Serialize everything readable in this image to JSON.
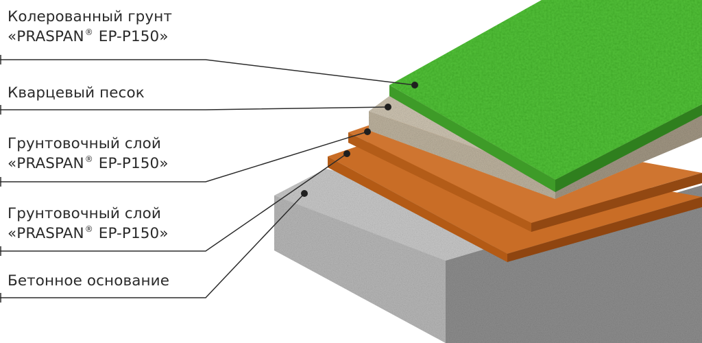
{
  "layers": [
    {
      "line1": "Колерованный грунт",
      "brand": "«PRASPAN",
      "reg": "®",
      "product": "EP-P150»"
    },
    {
      "line1": "Кварцевый песок"
    },
    {
      "line1": "Грунтовочный слой",
      "brand": "«PRASPAN",
      "reg": "®",
      "product": "EP-P150»"
    },
    {
      "line1": "Грунтовочный слой",
      "brand": "«PRASPAN",
      "reg": "®",
      "product": "EP-P150»"
    },
    {
      "line1": "Бетонное основание"
    }
  ],
  "colors": {
    "green_coat": "#4db832",
    "quartz_sand": "#c8bca8",
    "primer_layer": "#c4651e",
    "concrete": "#a9a9a9",
    "leader_line": "#2b2b2b"
  }
}
